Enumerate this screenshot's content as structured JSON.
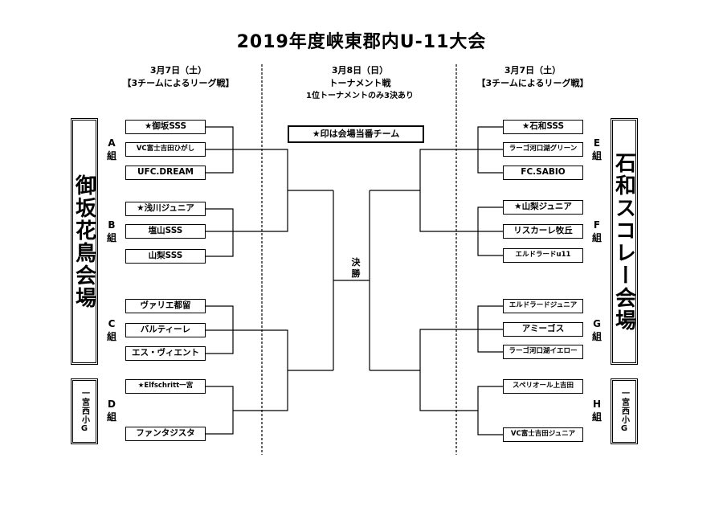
{
  "title": "2019年度峡東郡内U-11大会",
  "headers": {
    "left": {
      "date": "3月7日（土）",
      "format": "【3チームによるリーグ戦】"
    },
    "center": {
      "date": "3月8日（日）",
      "format": "トーナメント戦",
      "note": "1位トーナメントのみ3決あり"
    },
    "right": {
      "date": "3月7日（土）",
      "format": "【3チームによるリーグ戦】"
    }
  },
  "legend_note": "★印は会場当番チーム",
  "final_label": "決勝",
  "venues": {
    "left_main": "御坂花鳥会場",
    "left_small": "一宮西小G",
    "right_main": "石和スコレー会場",
    "right_small": "一宮西小G"
  },
  "groups": {
    "A": {
      "label": "A組",
      "teams": [
        "★御坂SSS",
        "VC富士吉田ひがし",
        "UFC.DREAM"
      ]
    },
    "B": {
      "label": "B組",
      "teams": [
        "★浅川ジュニア",
        "塩山SSS",
        "山梨SSS"
      ]
    },
    "C": {
      "label": "C組",
      "teams": [
        "ヴァリエ都留",
        "バルティーレ",
        "エス・ヴィエント"
      ]
    },
    "D": {
      "label": "D組",
      "teams": [
        "★Elfschritt一宮",
        "ファンタジスタ"
      ]
    },
    "E": {
      "label": "E組",
      "teams": [
        "★石和SSS",
        "ラーゴ河口湖グリーン",
        "FC.SABIO"
      ]
    },
    "F": {
      "label": "F組",
      "teams": [
        "★山梨ジュニア",
        "リスカーレ牧丘",
        "エルドラードu11"
      ]
    },
    "G": {
      "label": "G組",
      "teams": [
        "エルドラードジュニア",
        "アミーゴス",
        "ラーゴ河口湖イエロー"
      ]
    },
    "H": {
      "label": "H組",
      "teams": [
        "スペリオール上吉田",
        "VC富士吉田ジュニア"
      ]
    }
  }
}
